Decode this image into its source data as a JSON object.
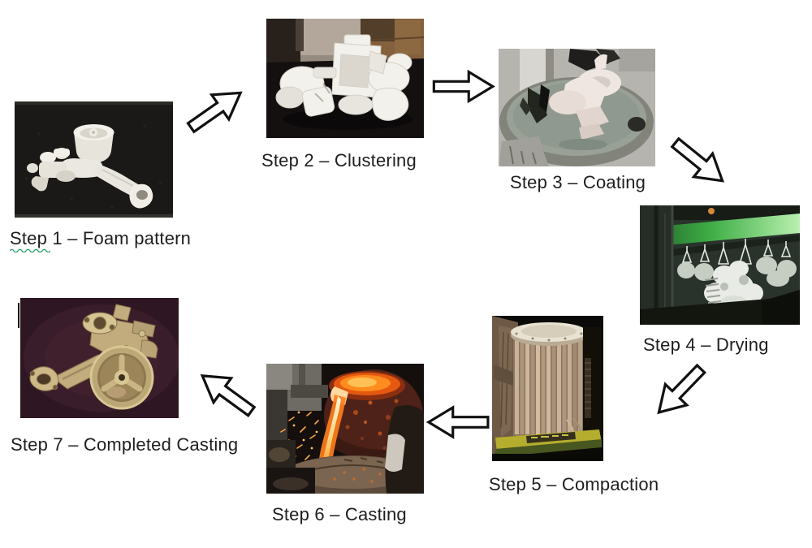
{
  "steps": [
    {
      "label": "Step 1 – Foam pattern",
      "photo": "foam-pattern-photo"
    },
    {
      "label": "Step 2 – Clustering",
      "photo": "foam-cluster-photo"
    },
    {
      "label": "Step 3 – Coating",
      "photo": "coating-dip-photo"
    },
    {
      "label": "Step 4 – Drying",
      "photo": "drying-conveyor-photo"
    },
    {
      "label": "Step 5 – Compaction",
      "photo": "compaction-flask-photo"
    },
    {
      "label": "Step 6 – Casting",
      "photo": "molten-metal-pour-photo"
    },
    {
      "label": "Step 7 – Completed Casting",
      "photo": "completed-casting-photo"
    }
  ],
  "arrows": [
    {
      "name": "arrow-step1-to-step2",
      "direction": "up-right"
    },
    {
      "name": "arrow-step2-to-step3",
      "direction": "right"
    },
    {
      "name": "arrow-step3-to-step4",
      "direction": "down-right"
    },
    {
      "name": "arrow-step4-to-step5",
      "direction": "down-left"
    },
    {
      "name": "arrow-step5-to-step6",
      "direction": "left"
    },
    {
      "name": "arrow-step6-to-step7",
      "direction": "up-left"
    }
  ],
  "colors": {
    "background": "#ffffff",
    "caption_text": "#1e1e1e",
    "arrow_fill": "#ffffff",
    "arrow_outline": "#111111",
    "spellcheck_underline": "#2f9b70"
  }
}
